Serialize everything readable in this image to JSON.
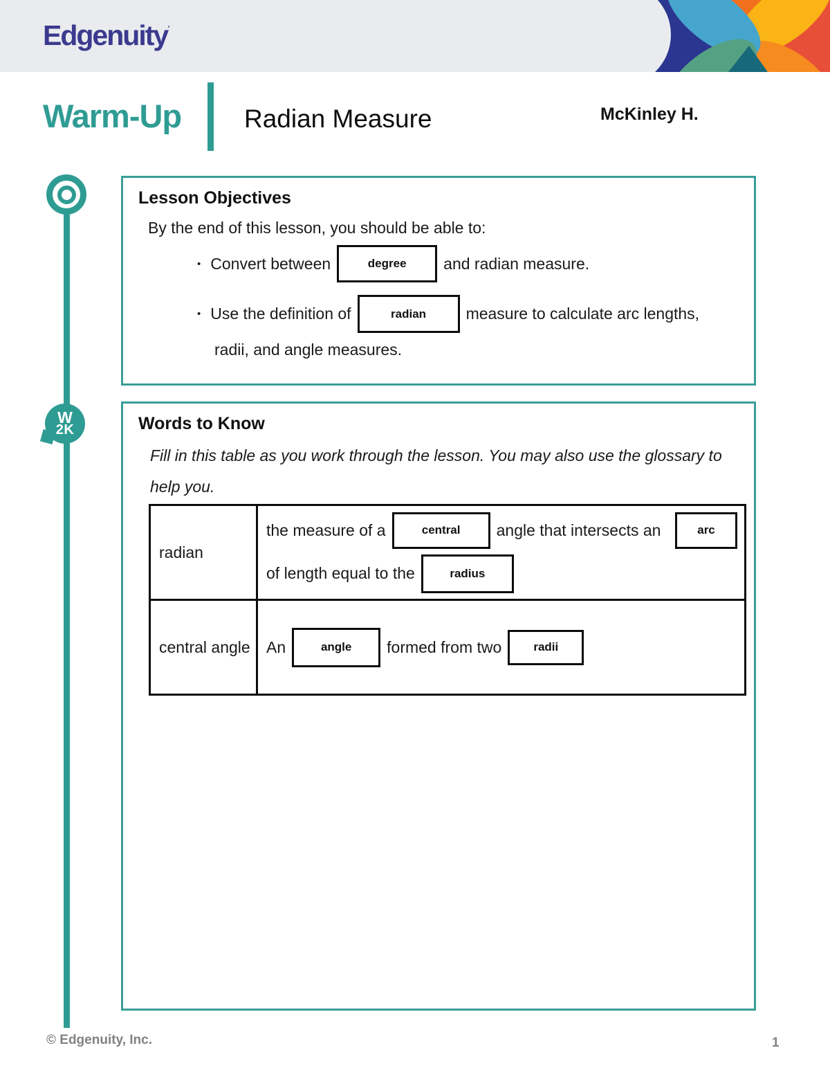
{
  "colors": {
    "teal": "#2F9C94",
    "teal_border": "#3A9E97",
    "brand_indigo": "#3B3A8E",
    "header_bg": "#E9EBEF",
    "footer_gray": "#7F8285",
    "answer_border": "#0C0C0C"
  },
  "header": {
    "brand": "Edgenuity",
    "brand_mark": "·"
  },
  "titlebar": {
    "section_label": "Warm-Up",
    "lesson_title": "Radian Measure",
    "student_name": "McKinley H."
  },
  "sidebar": {
    "w2k_line1": "W",
    "w2k_line2": "2K"
  },
  "lesson_objectives": {
    "title": "Lesson Objectives",
    "intro": "By the end of this lesson, you should be able to:",
    "bullet_char": "•",
    "bullets": [
      {
        "pre": "Convert between",
        "answer": "degree",
        "post": "and radian measure."
      },
      {
        "pre": "Use the definition of",
        "answer": "radian",
        "post": "measure to calculate arc lengths,",
        "continuation": "radii, and angle measures."
      }
    ]
  },
  "words_to_know": {
    "title": "Words to Know",
    "instructions_line1": "Fill in this table as you work through the lesson. You may also use the glossary to",
    "instructions_line2": "help you.",
    "table": {
      "rows": [
        {
          "term": "radian",
          "line1_pre": "the measure of a",
          "line1_answer": "central",
          "line1_mid": "angle that intersects an",
          "line1_answer2": "arc",
          "line2_pre": "of length equal to the",
          "line2_answer": "radius"
        },
        {
          "term": "central angle",
          "pre": "An",
          "answer1": "angle",
          "mid": "formed from two",
          "answer2": "radii"
        }
      ]
    }
  },
  "footer": {
    "copyright": "© Edgenuity, Inc.",
    "page_number": "1"
  }
}
